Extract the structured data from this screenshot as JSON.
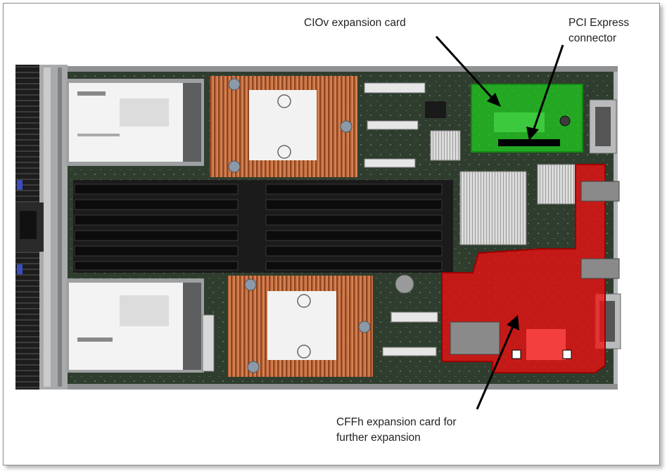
{
  "callouts": {
    "ciov": {
      "text": "CIOv expansion card"
    },
    "pci": {
      "line1": "PCI Express",
      "line2": "connector"
    },
    "cffh": {
      "line1": "CFFh expansion card for",
      "line2": "further expansion"
    }
  },
  "colors": {
    "ciov_highlight": "#22cc22",
    "cffh_highlight": "#ee1111",
    "heatsink": "#c8693a",
    "board": "#2b3a2b",
    "chassis": "#a7a9ab"
  },
  "icons": {
    "arrow": "callout-arrow"
  }
}
